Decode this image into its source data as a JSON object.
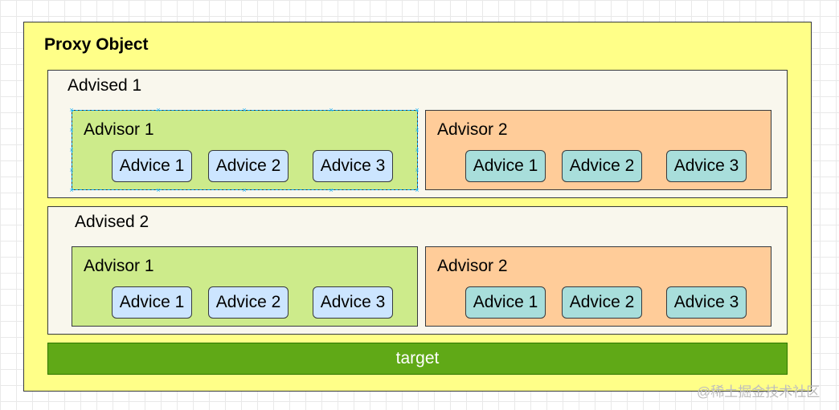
{
  "proxy": {
    "title": "Proxy Object"
  },
  "advised": [
    {
      "label": "Advised 1",
      "advisors": [
        {
          "label": "Advisor 1",
          "advices": [
            "Advice 1",
            "Advice 2",
            "Advice 3"
          ]
        },
        {
          "label": "Advisor 2",
          "advices": [
            "Advice 1",
            "Advice 2",
            "Advice 3"
          ]
        }
      ]
    },
    {
      "label": "Advised 2",
      "advisors": [
        {
          "label": "Advisor 1",
          "advices": [
            "Advice 1",
            "Advice 2",
            "Advice 3"
          ]
        },
        {
          "label": "Advisor 2",
          "advices": [
            "Advice 1",
            "Advice 2",
            "Advice 3"
          ]
        }
      ]
    }
  ],
  "target": {
    "label": "target"
  },
  "watermark": "@稀土掘金技术社区",
  "colors": {
    "proxy_fill": "#ffff88",
    "advised_fill": "#f9f7ed",
    "advisor_green": "#cdeb8b",
    "advisor_orange": "#ffcc99",
    "advice_blue": "#cce5ff",
    "advice_teal": "#a8dedb",
    "target_fill": "#60a917",
    "selection": "#00a8ff"
  }
}
